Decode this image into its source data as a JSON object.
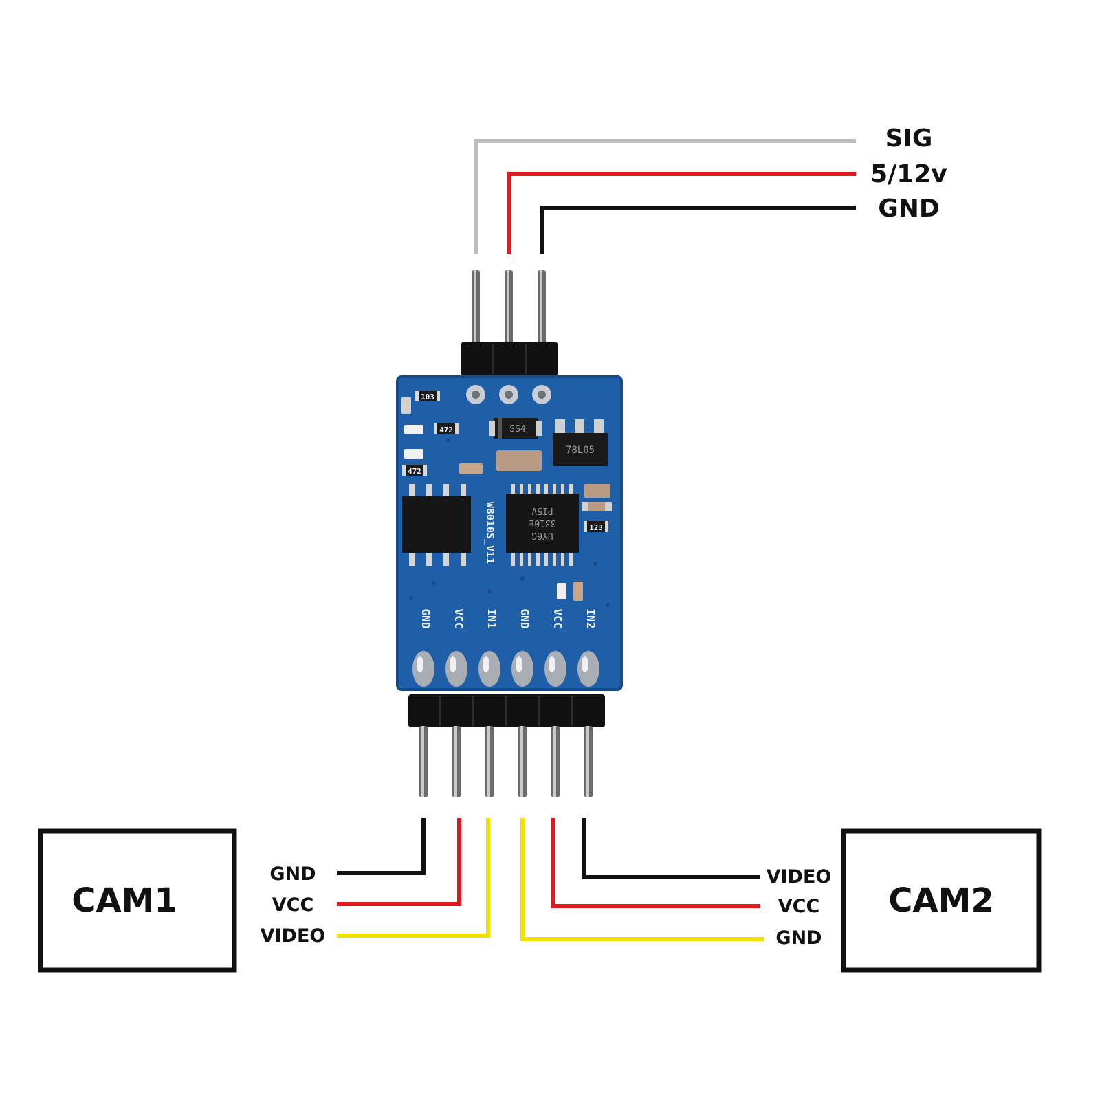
{
  "colors": {
    "signal": "#bdbdbd",
    "power": "#e0191e",
    "ground": "#111111",
    "video": "#f2e000",
    "board": "#1f5fa8"
  },
  "top_connector": {
    "sig": "SIG",
    "power": "5/12v",
    "gnd": "GND"
  },
  "cam1": {
    "title": "CAM1",
    "gnd": "GND",
    "vcc": "VCC",
    "video": "VIDEO"
  },
  "cam2": {
    "title": "CAM2",
    "video": "VIDEO",
    "vcc": "VCC",
    "gnd": "GND"
  },
  "board": {
    "name": "W8010S_V11",
    "pins": [
      "GND",
      "VCC",
      "IN1",
      "GND",
      "VCC",
      "IN2"
    ],
    "chip_regulator": "78L05",
    "chip_switch_line1": "PI5V",
    "chip_switch_line2": "3310E",
    "chip_switch_line3": "UY6G",
    "diode": "SS4",
    "r1": "103",
    "r2": "472",
    "r3": "472",
    "r4": "123"
  }
}
